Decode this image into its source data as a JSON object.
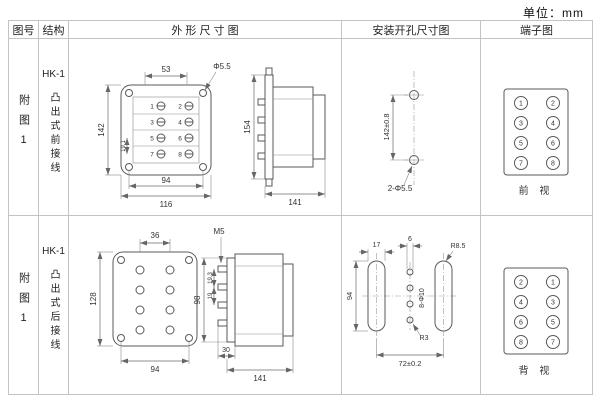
{
  "unit": "单位：mm",
  "headers": {
    "fig_no": "图号",
    "structure": "结构",
    "outline": "外 形 尺 寸 图",
    "mounting": "安装开孔尺寸图",
    "terminal": "端子图"
  },
  "rows": [
    {
      "fig": "附图1",
      "model": "HK-1",
      "desc": "凸出式前接线",
      "outline": {
        "top": "53",
        "hole": "Φ5.5",
        "height": "142",
        "pitch": "19.1",
        "inner": "94",
        "outer": "116",
        "side_height": "154",
        "depth": "141"
      },
      "terminals": [
        "1",
        "2",
        "3",
        "4",
        "5",
        "6",
        "7",
        "8"
      ],
      "mounting": {
        "spacing": "142±0.8",
        "holes": "2-Φ5.5"
      },
      "terminal_numbers": [
        "1",
        "2",
        "3",
        "4",
        "5",
        "6",
        "7",
        "8"
      ],
      "view_label": "前 视"
    },
    {
      "fig": "附图1",
      "model": "HK-1",
      "desc": "凸出式后接线",
      "outline": {
        "top": "36",
        "height": "128",
        "bottom": "94",
        "screw": "M5",
        "side_height": "98",
        "pitch1": "19.3",
        "pitch2": "19",
        "depth1": "30",
        "depth2": "141"
      },
      "mounting": {
        "slot_width": "17",
        "gap": "6",
        "radius_top": "R8.5",
        "height": "94",
        "holes": "8-Φ10",
        "radius_bottom": "R3",
        "width": "72±0.2"
      },
      "terminal_numbers": [
        "2",
        "1",
        "4",
        "3",
        "6",
        "5",
        "8",
        "7"
      ],
      "view_label": "背 视"
    }
  ]
}
